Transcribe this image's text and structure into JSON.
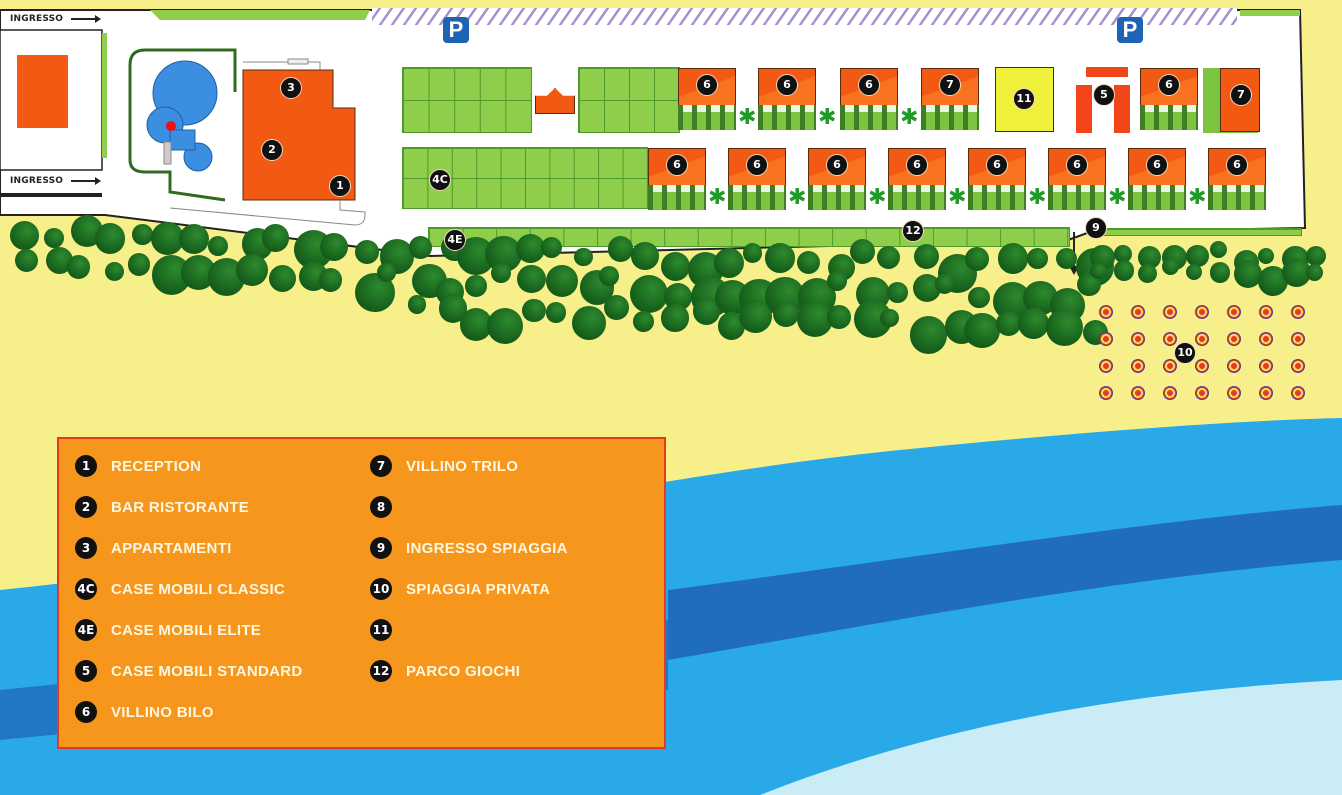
{
  "map": {
    "entrance_label": "INGRESSO",
    "parking_label": "P",
    "colors": {
      "sand": "#f7f08a",
      "sea_light": "#29a9e8",
      "sea_dark": "#1f63b5",
      "building": "#f25a14",
      "lawn": "#8fce4a",
      "legend_bg": "#f7961d"
    },
    "markers": {
      "reception": "1",
      "bar": "2",
      "apartments": "3",
      "classic": "4C",
      "elite": "4E",
      "standard": "5",
      "bilo": "6",
      "trilo": "7",
      "beach_entrance": "9",
      "private_beach": "10",
      "unit_11": "11",
      "playground": "12"
    },
    "villas_row1": [
      "6",
      "6",
      "6",
      "7"
    ],
    "villas_row1_right": [
      "6"
    ],
    "villas_row2": [
      "6",
      "6",
      "6",
      "6",
      "6",
      "6",
      "6",
      "6"
    ]
  },
  "legend": {
    "left": [
      {
        "num": "1",
        "label": "RECEPTION"
      },
      {
        "num": "2",
        "label": "BAR RISTORANTE"
      },
      {
        "num": "3",
        "label": "APPARTAMENTI"
      },
      {
        "num": "4C",
        "label": "CASE MOBILI CLASSIC"
      },
      {
        "num": "4E",
        "label": "CASE MOBILI ELITE"
      },
      {
        "num": "5",
        "label": "CASE MOBILI STANDARD"
      },
      {
        "num": "6",
        "label": "VILLINO BILO"
      }
    ],
    "right": [
      {
        "num": "7",
        "label": "VILLINO TRILO"
      },
      {
        "num": "8",
        "label": ""
      },
      {
        "num": "9",
        "label": "INGRESSO SPIAGGIA"
      },
      {
        "num": "10",
        "label": "SPIAGGIA PRIVATA"
      },
      {
        "num": "11",
        "label": ""
      },
      {
        "num": "12",
        "label": "PARCO GIOCHI"
      }
    ]
  }
}
